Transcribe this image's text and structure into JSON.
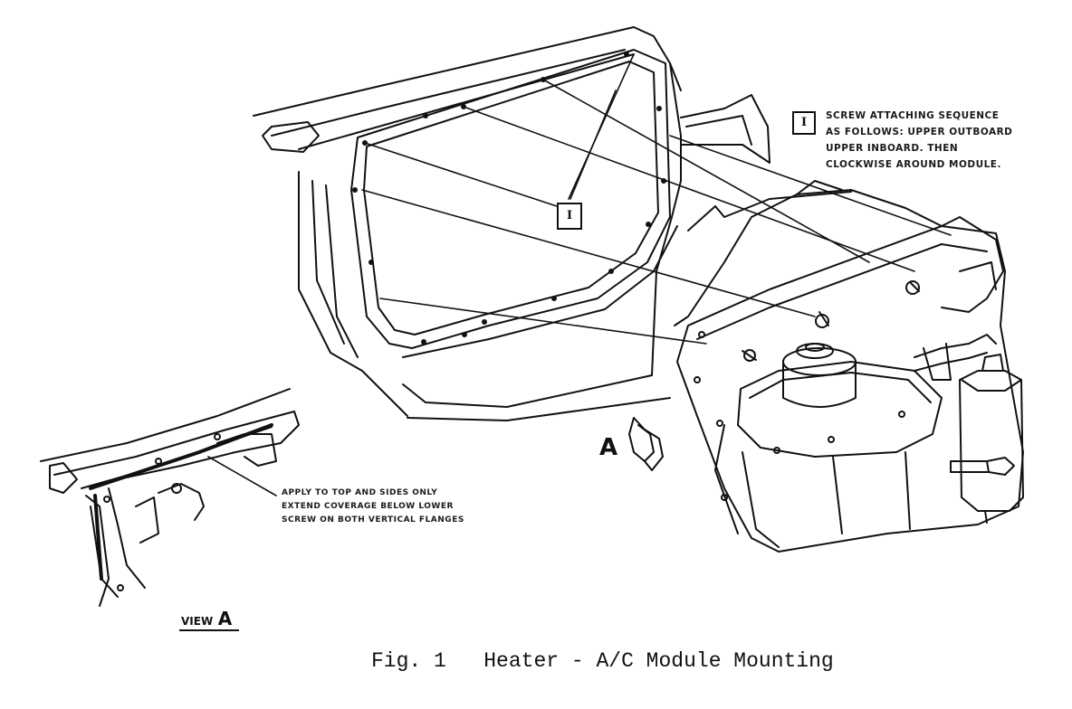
{
  "callout": {
    "marker": "I",
    "note_lines": [
      "SCREW ATTACHING SEQUENCE",
      "AS FOLLOWS:  UPPER OUTBOARD",
      "UPPER INBOARD.  THEN",
      "CLOCKWISE AROUND MODULE."
    ]
  },
  "view_a": {
    "pointer_label": "A",
    "label_word": "VIEW",
    "label_letter": "A",
    "note_lines": [
      "APPLY TO TOP AND SIDES ONLY",
      "EXTEND COVERAGE BELOW LOWER",
      "SCREW ON BOTH VERTICAL FLANGES"
    ]
  },
  "caption": {
    "fig": "Fig. 1",
    "title": "Heater - A/C Module Mounting"
  }
}
